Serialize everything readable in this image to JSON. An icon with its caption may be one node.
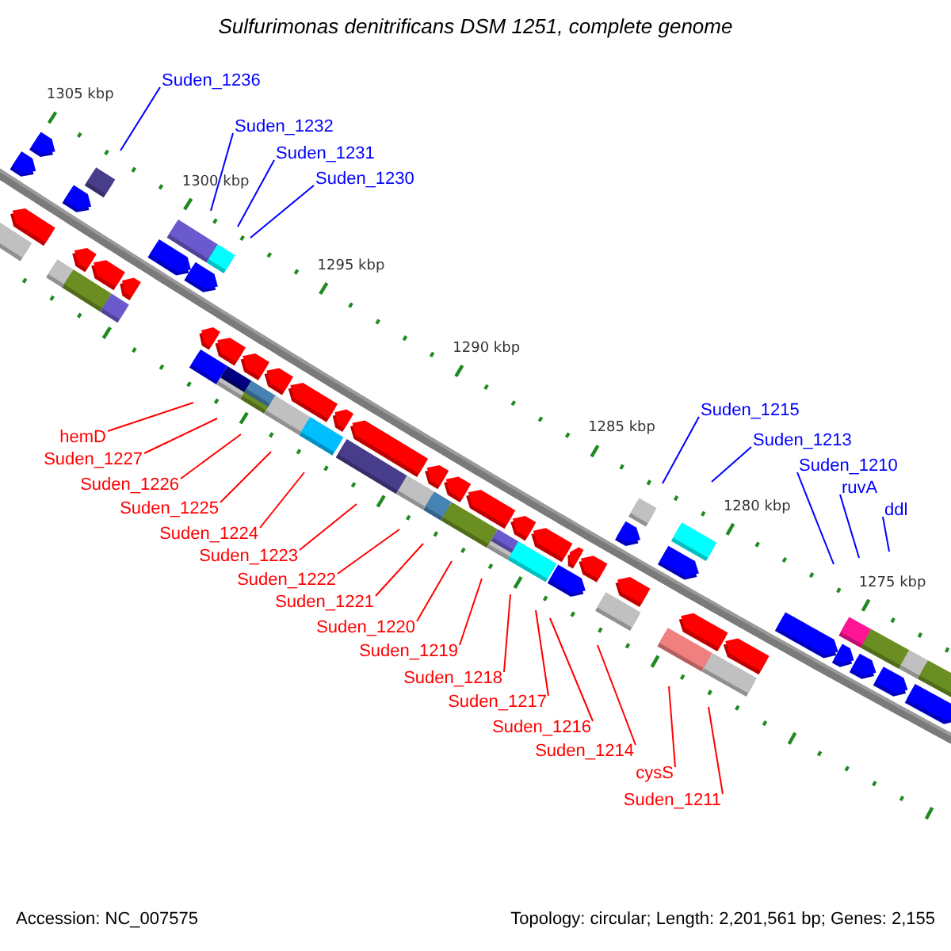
{
  "diagram": {
    "title": "Sulfurimonas denitrificans DSM 1251, complete genome",
    "nodes": [
      {
        "text": [
          "Suden_1236"
        ]
      },
      {
        "text": [
          "Suden_1232"
        ]
      },
      {
        "text": [
          "Suden_1231"
        ]
      },
      {
        "text": [
          "Suden_1230"
        ]
      },
      {
        "text": [
          "hemD"
        ]
      },
      {
        "text": [
          "Suden_1227"
        ]
      },
      {
        "text": [
          "Suden_1226"
        ]
      },
      {
        "text": [
          "Suden_1225"
        ]
      },
      {
        "text": [
          "Suden_1224"
        ]
      },
      {
        "text": [
          "Suden_1223"
        ]
      },
      {
        "text": [
          "Suden_1222"
        ]
      },
      {
        "text": [
          "Suden_1221"
        ]
      },
      {
        "text": [
          "Suden_1220"
        ]
      },
      {
        "text": [
          "Suden_1219"
        ]
      },
      {
        "text": [
          "Suden_1218"
        ]
      },
      {
        "text": [
          "Suden_1217"
        ]
      },
      {
        "text": [
          "Suden_1216"
        ]
      },
      {
        "text": [
          "Suden_1214"
        ]
      },
      {
        "text": [
          "cysS"
        ]
      },
      {
        "text": [
          "Suden_1211"
        ]
      },
      {
        "text": [
          "Suden_1215"
        ]
      },
      {
        "text": [
          "Suden_1213"
        ]
      },
      {
        "text": [
          "Suden_1210"
        ]
      },
      {
        "text": [
          "ruvA"
        ]
      },
      {
        "text": [
          "ddl"
        ]
      }
    ],
    "edges": [
      {
        "from": 0,
        "to": null,
        "arrow": "none",
        "color": "#0000ff"
      },
      {
        "from": 1,
        "to": null,
        "arrow": "none",
        "color": "#0000ff"
      },
      {
        "from": 2,
        "to": null,
        "arrow": "none",
        "color": "#0000ff"
      },
      {
        "from": 3,
        "to": null,
        "arrow": "none",
        "color": "#0000ff"
      },
      {
        "from": 4,
        "to": null,
        "arrow": "none"
      },
      {
        "from": 5,
        "to": null,
        "arrow": "none"
      },
      {
        "from": 6,
        "to": null,
        "arrow": "none"
      },
      {
        "from": 7,
        "to": null,
        "arrow": "none"
      },
      {
        "from": 8,
        "to": null,
        "arrow": "none"
      },
      {
        "from": 9,
        "to": null,
        "arrow": "none"
      },
      {
        "from": 10,
        "to": null,
        "arrow": "none"
      },
      {
        "from": 11,
        "to": null,
        "arrow": "none"
      },
      {
        "from": 12,
        "to": null,
        "arrow": "none"
      },
      {
        "from": 13,
        "to": null,
        "arrow": "none"
      },
      {
        "from": 14,
        "to": null,
        "arrow": "none"
      },
      {
        "from": 15,
        "to": null,
        "arrow": "none"
      },
      {
        "from": 16,
        "to": null,
        "arrow": "none"
      },
      {
        "from": 17,
        "to": null,
        "arrow": "none"
      },
      {
        "from": 18,
        "to": null,
        "arrow": "none"
      },
      {
        "from": 19,
        "to": null,
        "arrow": "none"
      },
      {
        "from": 20,
        "to": null,
        "arrow": "none",
        "color": "#0000ff"
      },
      {
        "from": 21,
        "to": null,
        "arrow": "none",
        "color": "#0000ff"
      },
      {
        "from": 22,
        "to": null,
        "arrow": "none",
        "color": "#0000ff"
      },
      {
        "from": 23,
        "to": null,
        "arrow": "none",
        "color": "#0000ff"
      },
      {
        "from": 24,
        "to": null,
        "arrow": "none",
        "color": "#0000ff"
      }
    ],
    "labels": [
      "1305 kbp",
      "1300 kbp",
      "1295 kbp",
      "1290 kbp",
      "1285 kbp",
      "1280 kbp",
      "1275 kbp",
      "Accession: NC_007575",
      "Topology: circular; Length: 2,201,561 bp; Genes: 2,155"
    ]
  }
}
